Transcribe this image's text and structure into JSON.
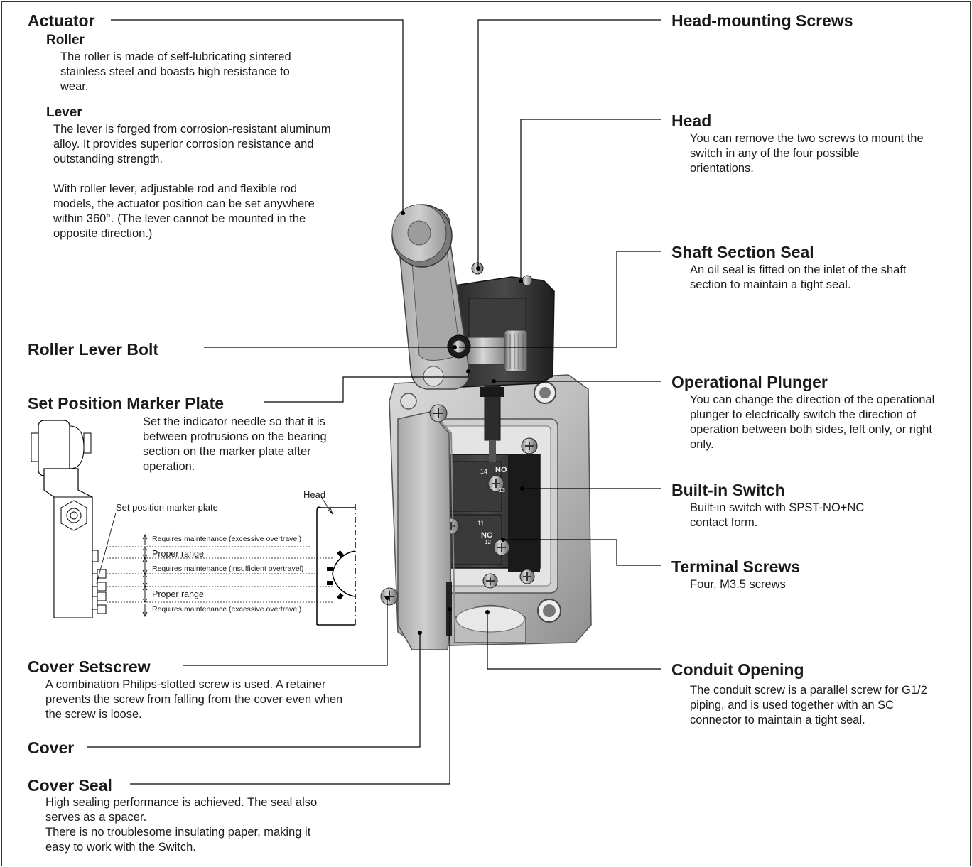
{
  "actuator": {
    "title": "Actuator",
    "roller_title": "Roller",
    "roller_desc": "The roller is made of self-lubricating sintered stainless steel and boasts high resistance to wear.",
    "lever_title": "Lever",
    "lever_desc_1": "The lever is forged from corrosion-resistant aluminum alloy. It provides superior corrosion resistance and outstanding strength.",
    "lever_desc_2": "With roller lever, adjustable rod and flexible rod models, the actuator position can be set anywhere within 360°. (The lever cannot be mounted in the opposite direction.)"
  },
  "roller_lever_bolt": {
    "title": "Roller Lever Bolt"
  },
  "set_position_marker_plate": {
    "title": "Set Position Marker Plate",
    "desc": "Set the indicator needle so that it is between protrusions on the bearing section on the marker plate after operation."
  },
  "inset": {
    "head_label": "Head",
    "marker_plate_label": "Set position marker plate",
    "rows": [
      "Requires maintenance (excessive overtravel)",
      "Proper range",
      "Requires maintenance (insufficient overtravel)",
      "Proper range",
      "Requires maintenance (excessive overtravel)"
    ]
  },
  "cover_setscrew": {
    "title": "Cover Setscrew",
    "desc": "A combination Philips-slotted screw is used. A retainer prevents the screw from falling from the cover even when the screw is loose."
  },
  "cover": {
    "title": "Cover"
  },
  "cover_seal": {
    "title": "Cover Seal",
    "desc_1": "High sealing performance is achieved. The seal also serves as a spacer.",
    "desc_2": "There is no troublesome insulating paper, making it easy to work with the Switch."
  },
  "head_mounting_screws": {
    "title": "Head-mounting Screws"
  },
  "head": {
    "title": "Head",
    "desc": "You can remove the two screws to mount the switch in any of the four possible orientations."
  },
  "shaft_section_seal": {
    "title": "Shaft Section Seal",
    "desc": "An oil seal is fitted on the inlet of the shaft section to maintain a tight seal."
  },
  "operational_plunger": {
    "title": "Operational Plunger",
    "desc": "You can change the direction of the operational plunger to electrically switch the direction of operation between both sides, left only, or right only."
  },
  "built_in_switch": {
    "title": "Built-in Switch",
    "desc": "Built-in switch with SPST-NO+NC contact form."
  },
  "terminal_screws": {
    "title": "Terminal Screws",
    "desc": "Four, M3.5 screws"
  },
  "conduit_opening": {
    "title": "Conduit Opening",
    "desc": "The conduit screw is a parallel screw for G1/2 piping, and is used together with an SC connector to maintain a tight seal."
  },
  "switch_marks": {
    "no_label": "NO",
    "nc_label": "NC",
    "t14": "14",
    "t13": "13",
    "t11": "11",
    "t12": "12"
  }
}
